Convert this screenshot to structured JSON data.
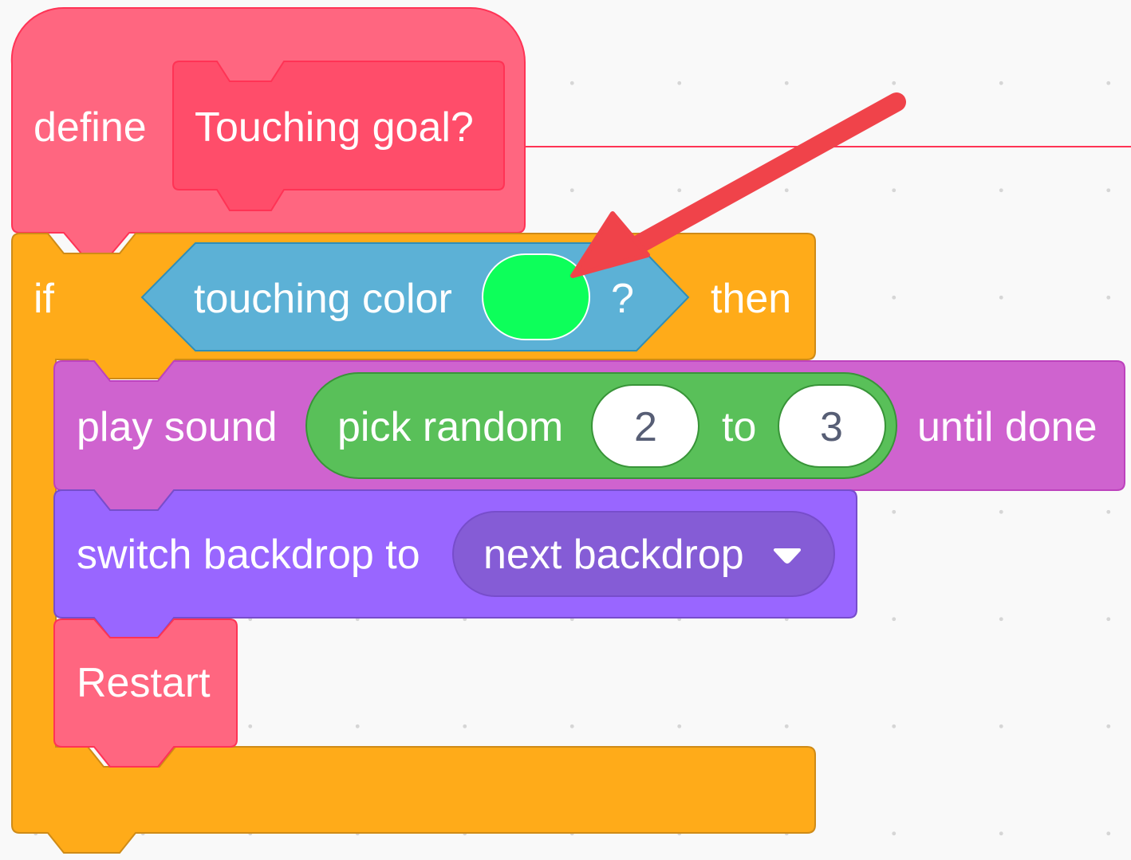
{
  "workspace": {
    "define_block": {
      "keyword": "define",
      "procedure_name": "Touching goal?",
      "color": "#ff6680"
    },
    "if_block": {
      "if_label": "if",
      "then_label": "then",
      "color": "#ffab19",
      "condition": {
        "label": "touching color",
        "question_mark": "?",
        "swatch_color": "#0dff5a",
        "color": "#5cb1d6"
      }
    },
    "play_sound_block": {
      "label": "play sound",
      "suffix": "until done",
      "color": "#cf63cf",
      "reporter": {
        "label": "pick random",
        "from": "2",
        "to_label": "to",
        "to": "3",
        "color": "#59c059"
      }
    },
    "backdrop_block": {
      "label": "switch backdrop to",
      "dropdown_value": "next backdrop",
      "color": "#9966ff"
    },
    "restart_block": {
      "label": "Restart",
      "color": "#ff6680"
    }
  },
  "annotation": {
    "arrow_color": "#f0434a",
    "points_to": "color-swatch"
  }
}
